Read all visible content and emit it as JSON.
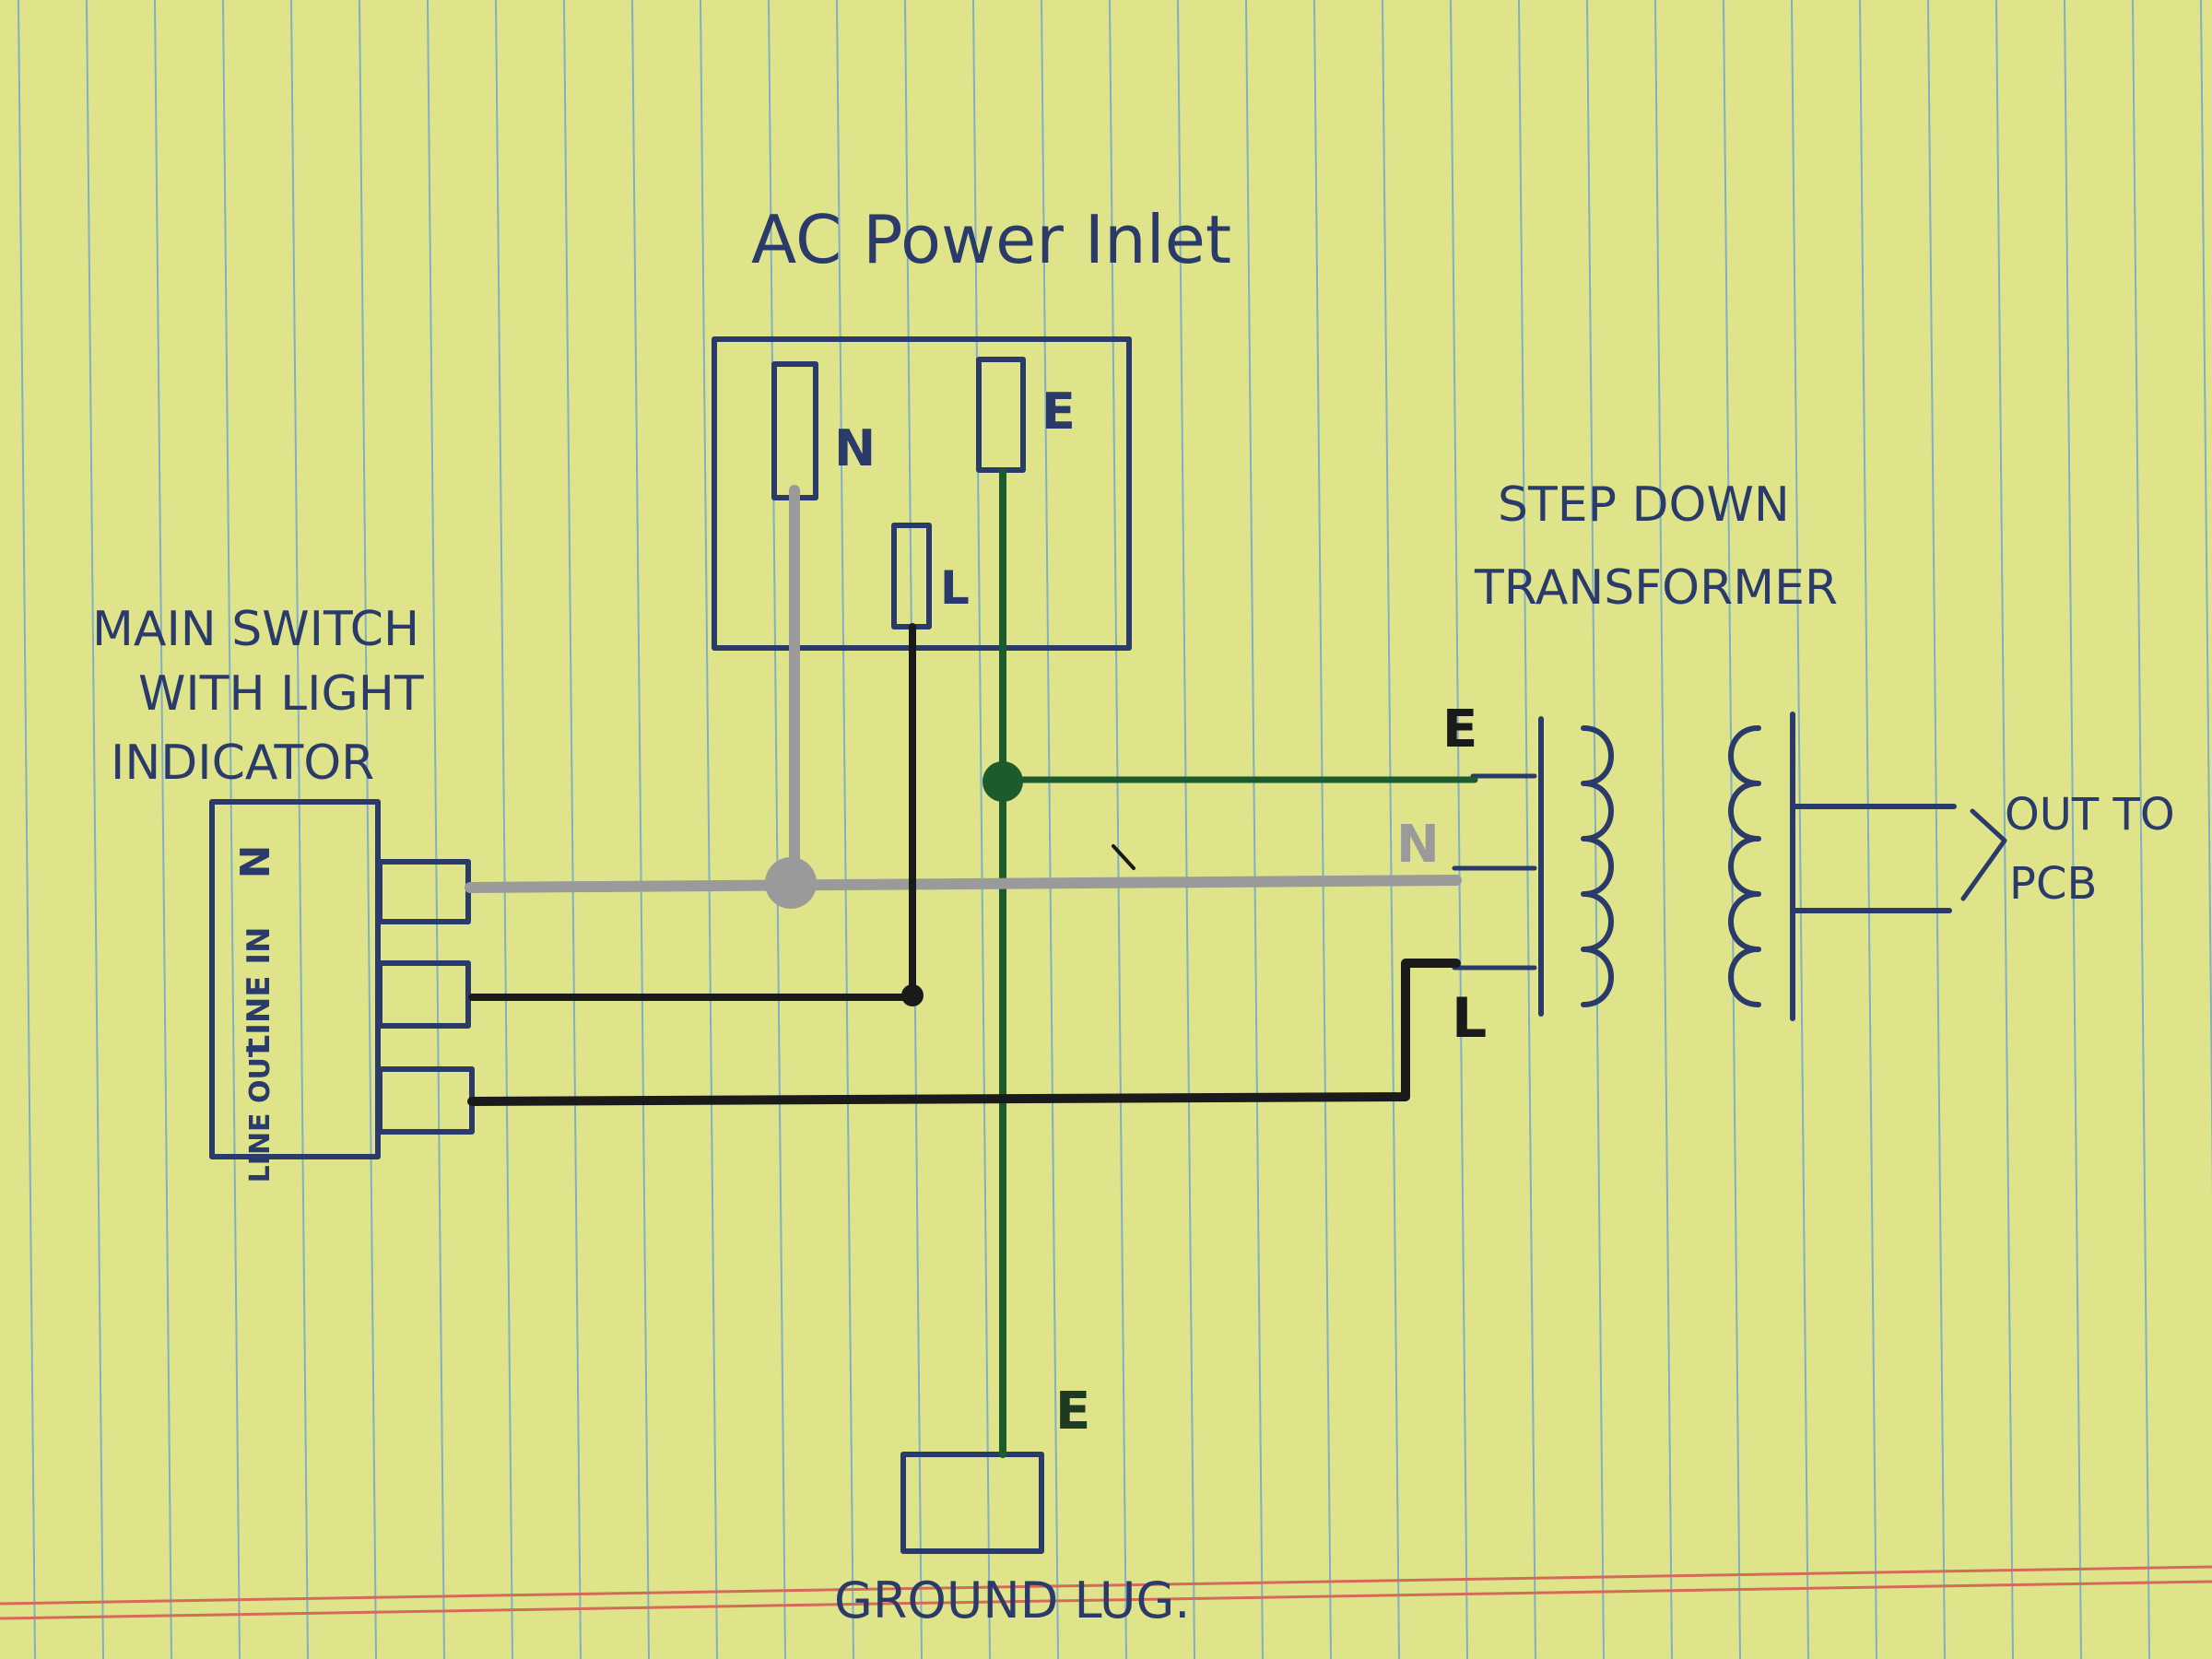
{
  "title": "AC Power Inlet",
  "inlet": {
    "pin_n": "N",
    "pin_l": "L",
    "pin_e": "E"
  },
  "switch": {
    "label_line1": "MAIN SWITCH",
    "label_line2": "WITH LIGHT",
    "label_line3": "INDICATOR",
    "term_n": "N",
    "term_line_in": "LINE IN",
    "term_line_out": "LINE OUT"
  },
  "transformer": {
    "label_line1": "STEP DOWN",
    "label_line2": "TRANSFORMER",
    "term_e": "E",
    "term_n": "N",
    "term_l": "L",
    "out_line1": "OUT TO",
    "out_line2": "PCB"
  },
  "ground": {
    "term_e": "E",
    "label": "GROUND LUG."
  },
  "colors": {
    "paper": "#dfe48a",
    "rule_blue": "#7fb0c8",
    "margin_red": "#d46a5a",
    "ink_blue": "#2a3a6a",
    "wire_black": "#1a1a1a",
    "wire_green": "#1d5a2c",
    "wire_grey": "#9a9a9a"
  }
}
